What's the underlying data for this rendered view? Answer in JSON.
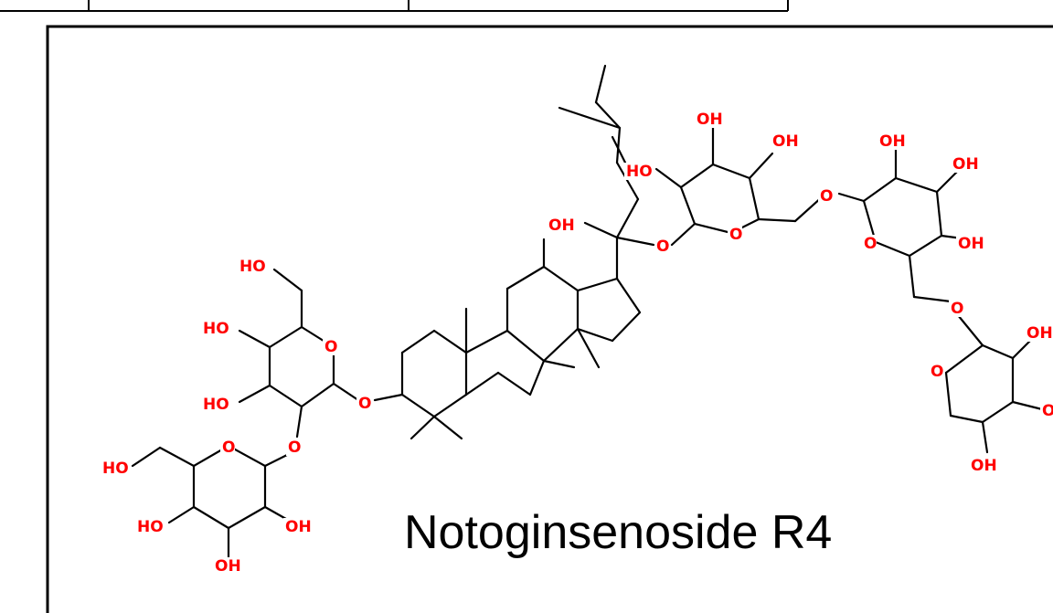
{
  "figure": {
    "compound_name": "Notoginsenoside R4"
  },
  "colors": {
    "hetero_atom": "#ff0000",
    "bond": "#000000",
    "border": "#000000",
    "background": "#ffffff"
  },
  "labels": {
    "oh": "OH",
    "ho": "HO",
    "o": "O",
    "o_partial": "O"
  }
}
